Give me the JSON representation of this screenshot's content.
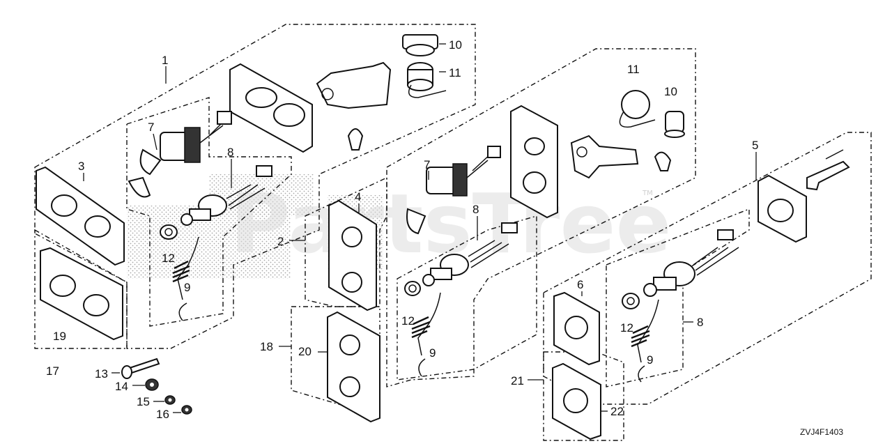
{
  "diagram": {
    "watermark": "PartsTree",
    "watermark_mark": "TM",
    "diagram_code": "ZVJ4F1403",
    "callouts": [
      "1",
      "2",
      "3",
      "4",
      "5",
      "6",
      "7",
      "8",
      "9",
      "10",
      "11",
      "12",
      "13",
      "14",
      "15",
      "16",
      "17",
      "18",
      "19",
      "20",
      "21",
      "22"
    ]
  }
}
